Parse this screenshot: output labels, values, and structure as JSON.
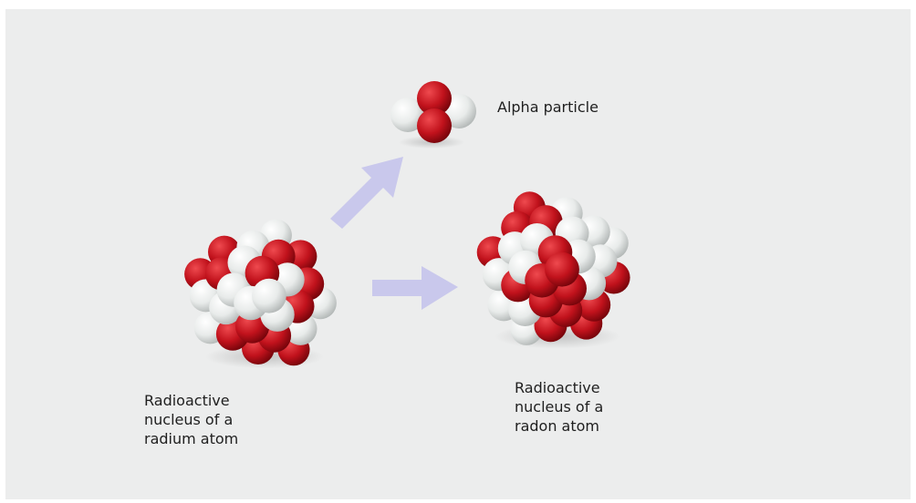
{
  "labels": {
    "alpha": "Alpha particle",
    "radium": "Radioactive\nnucleus of a\nradium atom",
    "radon": "Radioactive\nnucleus of a\nradon atom"
  },
  "colors": {
    "background": "#eceded",
    "proton": "#c1121c",
    "neutron": "#eef0ef",
    "arrow": "#c9c8ec",
    "text": "#1f1f1f"
  },
  "particles": {
    "alpha": {
      "protons": 2,
      "neutrons": 2
    }
  }
}
